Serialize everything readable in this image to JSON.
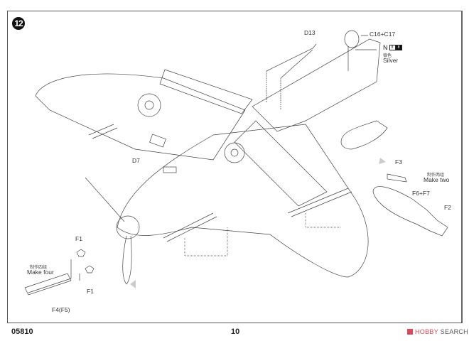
{
  "page": {
    "step_number": "12",
    "kit_number": "05810",
    "page_number": "10",
    "watermark": {
      "brand_part1": "HOBBY",
      "brand_part2": "SEARCH",
      "accent_color": "#d94a5a"
    }
  },
  "parts": {
    "d13": "D13",
    "c16_c17": "C16+C17",
    "d7": "D7",
    "f3": "F3",
    "f6_f7": "F6+F7",
    "f2": "F2",
    "f1_top": "F1",
    "f1_bottom": "F1",
    "f4_f5": "F4(F5)"
  },
  "paint": {
    "code": "N",
    "chip1": "8",
    "chip2": "8",
    "name_cn": "银色",
    "name_en": "Silver"
  },
  "notes": {
    "make_two_cn": "制作两组",
    "make_two_en": "Make two",
    "make_four_cn": "制作四组",
    "make_four_en": "Make four"
  }
}
